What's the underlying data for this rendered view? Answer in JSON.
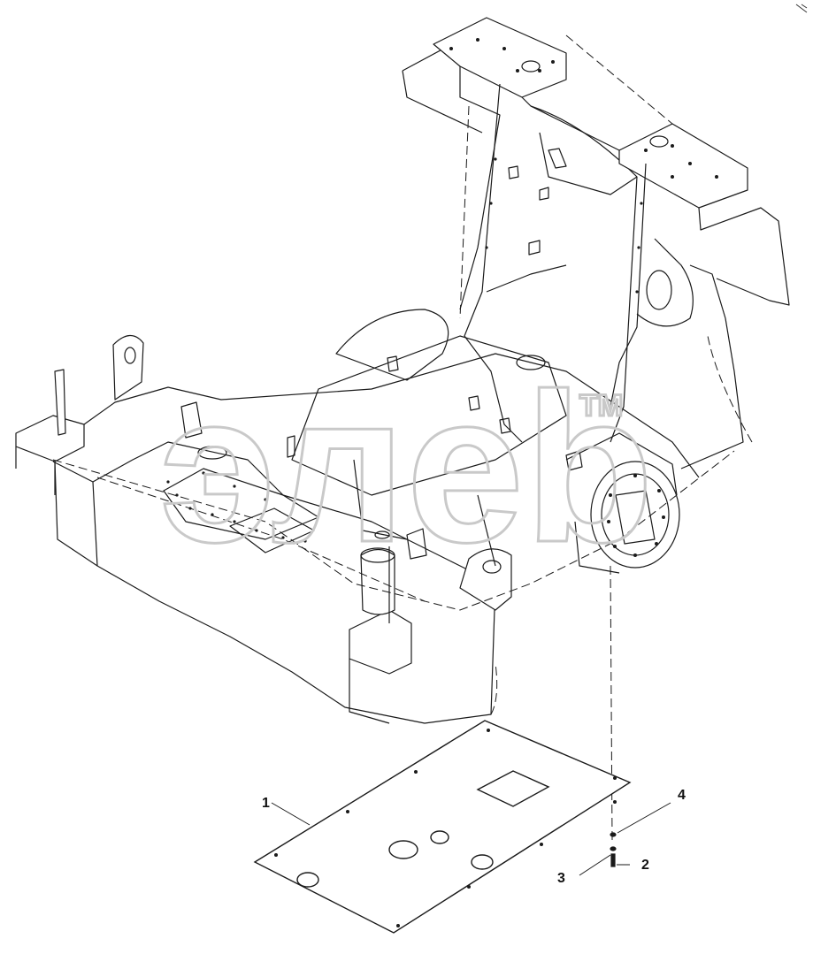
{
  "diagram": {
    "watermark": "элeb",
    "watermark_tm": "TM",
    "callouts": [
      {
        "id": "1",
        "label": "1"
      },
      {
        "id": "2",
        "label": "2"
      },
      {
        "id": "3",
        "label": "3"
      },
      {
        "id": "4",
        "label": "4"
      }
    ],
    "colors": {
      "line": "#1a1a1a",
      "watermark": "#c9c9c9",
      "background": "#ffffff"
    }
  }
}
